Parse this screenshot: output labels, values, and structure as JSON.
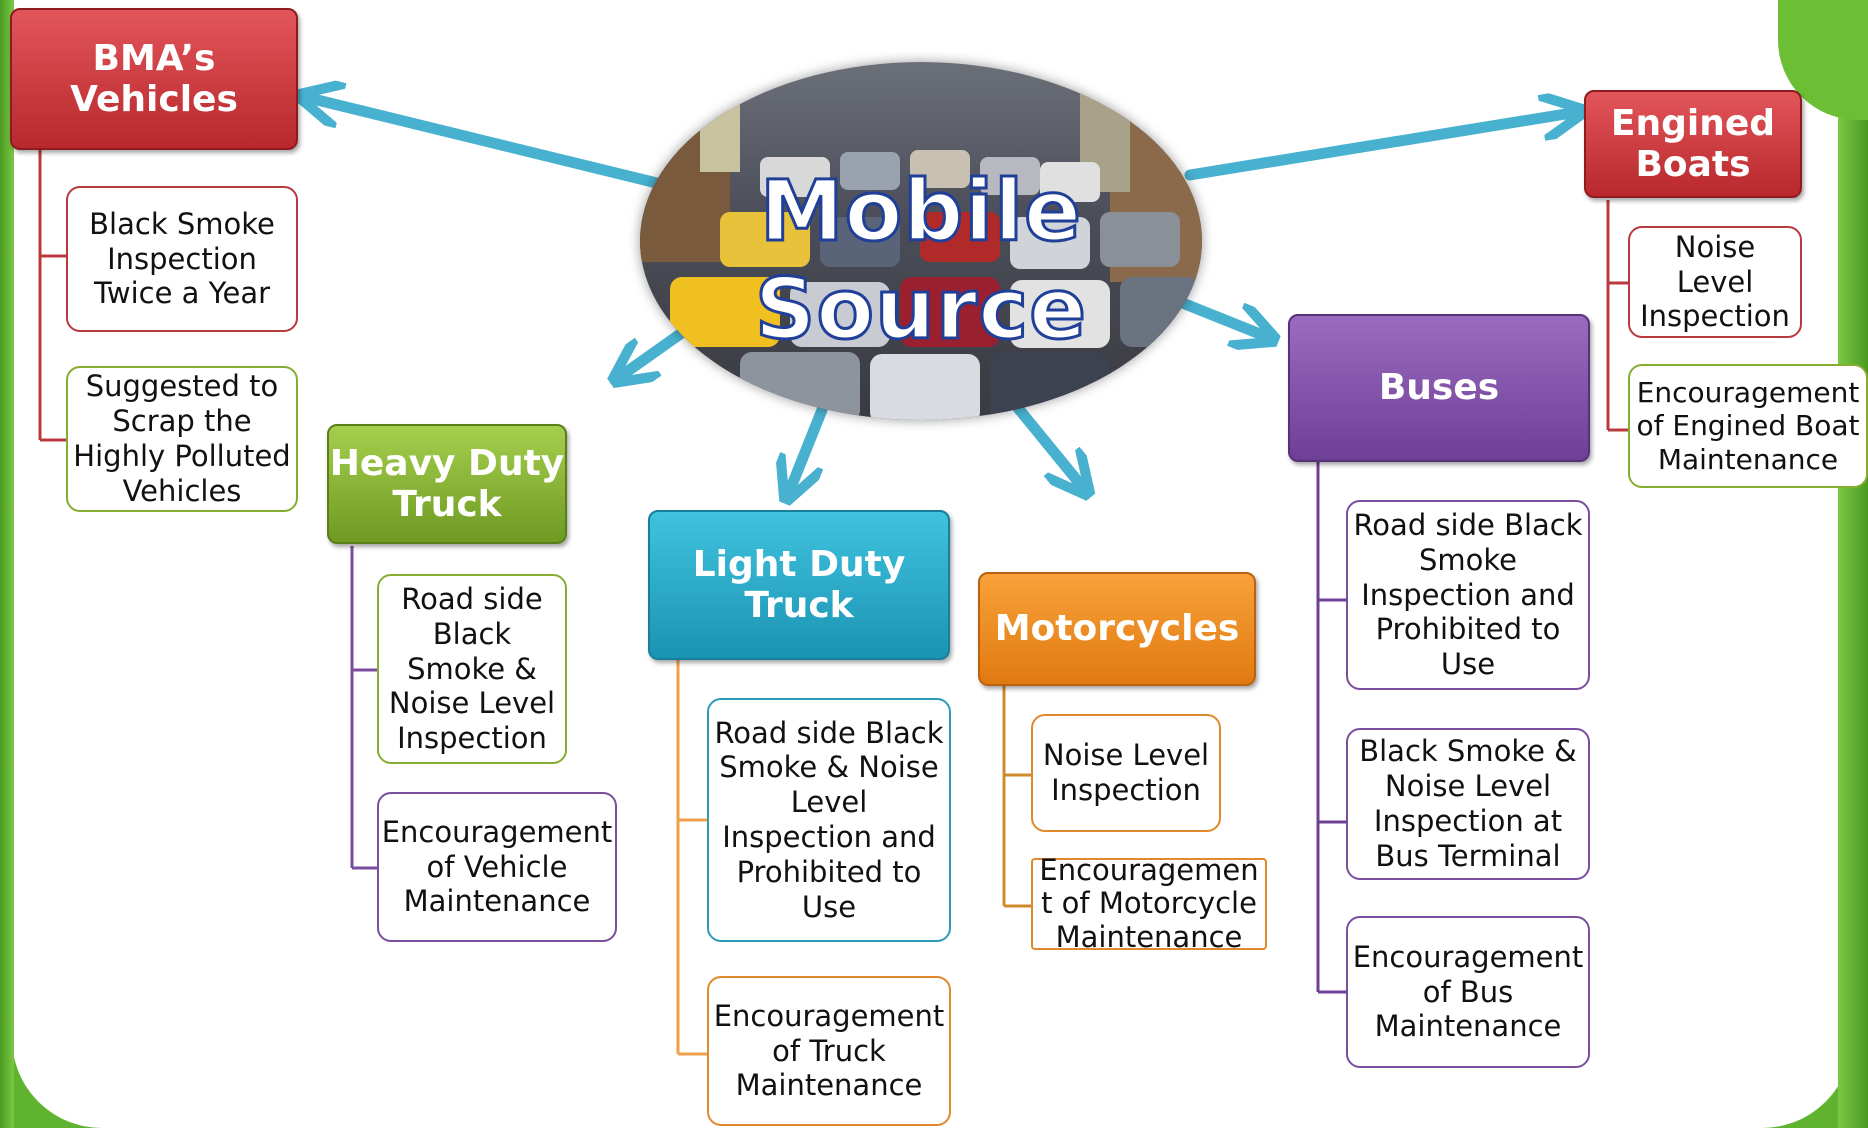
{
  "center": {
    "title_line1": "Mobile",
    "title_line2": "Source"
  },
  "categories": {
    "bma": {
      "title_line1": "BMA’s",
      "title_line2": "Vehicles",
      "color": "#c4363a",
      "items": [
        "Black Smoke Inspection Twice a Year",
        "Suggested to Scrap the Highly Polluted Vehicles"
      ]
    },
    "heavy": {
      "title_line1": "Heavy Duty",
      "title_line2": "Truck",
      "color": "#8db83a",
      "items": [
        "Road side Black Smoke & Noise Level Inspection",
        "Encouragement of Vehicle Maintenance"
      ]
    },
    "light": {
      "title_line1": "Light Duty",
      "title_line2": "Truck",
      "color": "#29adcc",
      "items": [
        "Road side Black Smoke & Noise Level Inspection and Prohibited to Use",
        "Encouragement of Truck Maintenance"
      ]
    },
    "moto": {
      "title": "Motorcycles",
      "color": "#ef8c22",
      "items": [
        "Noise Level Inspection",
        "Encouragemen t of Motorcycle Maintenance"
      ]
    },
    "buses": {
      "title": "Buses",
      "color": "#7f52a8",
      "items": [
        "Road side Black Smoke Inspection and Prohibited to Use",
        "Black Smoke & Noise Level Inspection at Bus Terminal",
        "Encouragement of Bus Maintenance"
      ]
    },
    "boats": {
      "title_line1": "Engined",
      "title_line2": "Boats",
      "color": "#c4363a",
      "items": [
        "Noise Level Inspection",
        "Encouragement of Engined Boat Maintenance"
      ]
    }
  },
  "arrow_color": "#48b1cf"
}
